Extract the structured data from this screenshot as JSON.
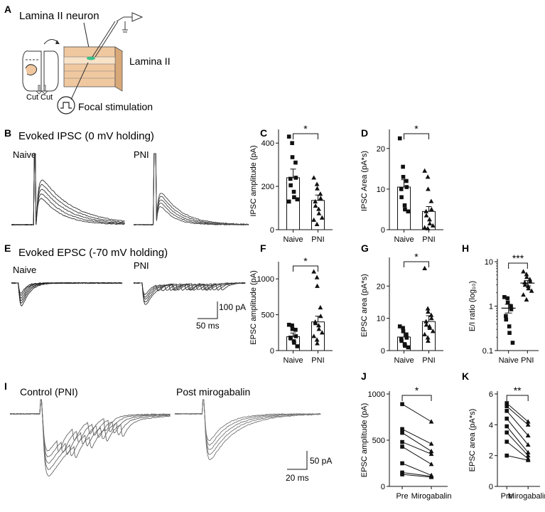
{
  "panels": {
    "A": {
      "letter": "A",
      "neuron_label": "Lamina II neuron",
      "lamina_label": "Lamina II",
      "cut1": "Cut",
      "cut2": "Cut",
      "stim_label": "Focal stimulation"
    },
    "B": {
      "letter": "B",
      "title": "Evoked IPSC (0 mV holding)",
      "left": "Naive",
      "right": "PNI"
    },
    "E": {
      "letter": "E",
      "title": "Evoked EPSC (-70 mV holding)",
      "left": "Naive",
      "right": "PNI",
      "scale_y": "100 pA",
      "scale_x": "50 ms"
    },
    "I": {
      "letter": "I",
      "left": "Control (PNI)",
      "right": "Post mirogabalin",
      "scale_y": "50 pA",
      "scale_x": "20 ms"
    }
  },
  "colors": {
    "text": "#111111",
    "bar": "#222222",
    "tissue": "#f0c8a0",
    "tissue_dark": "#d9a878",
    "electrode_tip": "#3cc08a"
  },
  "chart_data": [
    {
      "id": "C",
      "letter": "C",
      "type": "bar",
      "ylabel": "IPSC amplitude (pA)",
      "categories": [
        "Naive",
        "PNI"
      ],
      "ylim": [
        0,
        450
      ],
      "yticks": [
        0,
        200,
        400
      ],
      "log": false,
      "significance": "*",
      "means": [
        240,
        135
      ],
      "sem": [
        40,
        25
      ],
      "points": [
        [
          430,
          400,
          335,
          310,
          240,
          235,
          205,
          175,
          150,
          140,
          130
        ],
        [
          240,
          210,
          190,
          165,
          145,
          130,
          110,
          95,
          75,
          55,
          45,
          25
        ]
      ]
    },
    {
      "id": "D",
      "letter": "D",
      "type": "bar",
      "ylabel": "IPSC Area (pA*s)",
      "categories": [
        "Naive",
        "PNI"
      ],
      "ylim": [
        0,
        24
      ],
      "yticks": [
        0,
        10,
        20
      ],
      "log": false,
      "significance": "*",
      "means": [
        10.5,
        4.5
      ],
      "sem": [
        1.8,
        1.2
      ],
      "points": [
        [
          22.5,
          15.5,
          13,
          12,
          10.5,
          10,
          8,
          6,
          5,
          4.5
        ],
        [
          14.5,
          13,
          10,
          7,
          5,
          4.5,
          3.5,
          2.5,
          1.5,
          1,
          0.5,
          0.3
        ]
      ]
    },
    {
      "id": "F",
      "letter": "F",
      "type": "bar",
      "ylabel": "EPSC amplitude (pA)",
      "categories": [
        "Naive",
        "PNI"
      ],
      "ylim": [
        0,
        1200
      ],
      "yticks": [
        0,
        500,
        1000
      ],
      "log": false,
      "significance": "*",
      "means": [
        195,
        400
      ],
      "sem": [
        50,
        80
      ],
      "points": [
        [
          360,
          350,
          300,
          290,
          200,
          180,
          170,
          130,
          110,
          60
        ],
        [
          1100,
          1020,
          900,
          600,
          480,
          400,
          380,
          350,
          300,
          250,
          200,
          150,
          100
        ]
      ]
    },
    {
      "id": "G",
      "letter": "G",
      "type": "bar",
      "ylabel": "EPSC area (pA*s)",
      "categories": [
        "Naive",
        "PNI"
      ],
      "ylim": [
        0,
        28
      ],
      "yticks": [
        0,
        10,
        20
      ],
      "log": false,
      "significance": "*",
      "means": [
        4.2,
        9
      ],
      "sem": [
        1.3,
        1.8
      ],
      "points": [
        [
          7.5,
          7,
          6,
          5,
          4,
          3.5,
          3,
          2,
          1.5,
          1
        ],
        [
          25.5,
          13,
          12,
          11,
          10,
          9,
          8,
          7.5,
          7,
          6,
          5,
          4,
          3
        ]
      ]
    },
    {
      "id": "H",
      "letter": "H",
      "type": "scatter",
      "ylabel": "E/I ratio (log₁₀)",
      "categories": [
        "Naive",
        "PNI"
      ],
      "ylim": [
        0.1,
        10
      ],
      "yticks": [
        0.1,
        1,
        10
      ],
      "ytick_labels": [
        "0.1",
        "1",
        "10"
      ],
      "log": true,
      "significance": "***",
      "means": [
        0.9,
        3.3
      ],
      "sem": [
        0.2,
        0.45
      ],
      "points": [
        [
          1.6,
          1.5,
          1.2,
          1.0,
          0.85,
          0.6,
          0.5,
          0.35,
          0.25,
          0.15
        ],
        [
          6.0,
          5.2,
          4.5,
          4.0,
          3.6,
          3.4,
          3.0,
          2.8,
          2.5,
          2.2,
          1.8,
          1.4
        ]
      ]
    },
    {
      "id": "J",
      "letter": "J",
      "type": "paired",
      "ylabel": "EPSC amplitude (pA)",
      "categories": [
        "Pre",
        "Mirogabalin"
      ],
      "ylim": [
        0,
        1000
      ],
      "yticks": [
        0,
        500,
        1000
      ],
      "log": false,
      "significance": "*",
      "pairs": [
        [
          890,
          700
        ],
        [
          620,
          460
        ],
        [
          580,
          380
        ],
        [
          480,
          350
        ],
        [
          430,
          240
        ],
        [
          250,
          120
        ],
        [
          150,
          110
        ],
        [
          130,
          100
        ]
      ]
    },
    {
      "id": "K",
      "letter": "K",
      "type": "paired",
      "ylabel": "EPSC area (pA*s)",
      "categories": [
        "Pre",
        "Mirogabalin"
      ],
      "ylim": [
        0,
        6
      ],
      "yticks": [
        0,
        2,
        4,
        6
      ],
      "log": false,
      "significance": "**",
      "pairs": [
        [
          5.4,
          4.2
        ],
        [
          5.2,
          4.0
        ],
        [
          4.9,
          3.3
        ],
        [
          4.4,
          2.7
        ],
        [
          3.9,
          2.2
        ],
        [
          3.5,
          2.0
        ],
        [
          2.9,
          1.8
        ],
        [
          2.0,
          1.7
        ]
      ]
    }
  ]
}
